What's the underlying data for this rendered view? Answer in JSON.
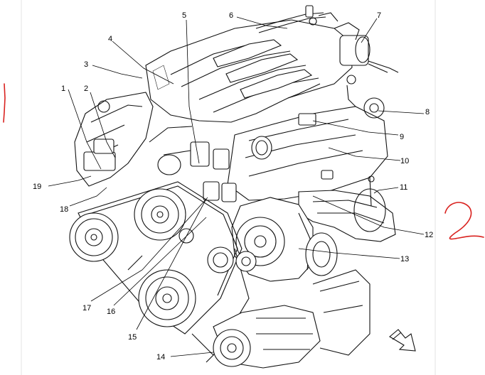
{
  "diagram": {
    "callouts": [
      {
        "id": "c1",
        "label": "1"
      },
      {
        "id": "c2",
        "label": "2"
      },
      {
        "id": "c3",
        "label": "3"
      },
      {
        "id": "c4",
        "label": "4"
      },
      {
        "id": "c5",
        "label": "5"
      },
      {
        "id": "c6",
        "label": "6"
      },
      {
        "id": "c7",
        "label": "7"
      },
      {
        "id": "c8",
        "label": "8"
      },
      {
        "id": "c9",
        "label": "9"
      },
      {
        "id": "c10",
        "label": "10"
      },
      {
        "id": "c11",
        "label": "11"
      },
      {
        "id": "c12",
        "label": "12"
      },
      {
        "id": "c13",
        "label": "13"
      },
      {
        "id": "c14",
        "label": "14"
      },
      {
        "id": "c15",
        "label": "15"
      },
      {
        "id": "c16",
        "label": "16"
      },
      {
        "id": "c17",
        "label": "17"
      },
      {
        "id": "c18",
        "label": "18"
      },
      {
        "id": "c19",
        "label": "19"
      }
    ],
    "handwritten_marks": [
      "1",
      "2"
    ],
    "ink_color": "#d9221f"
  }
}
